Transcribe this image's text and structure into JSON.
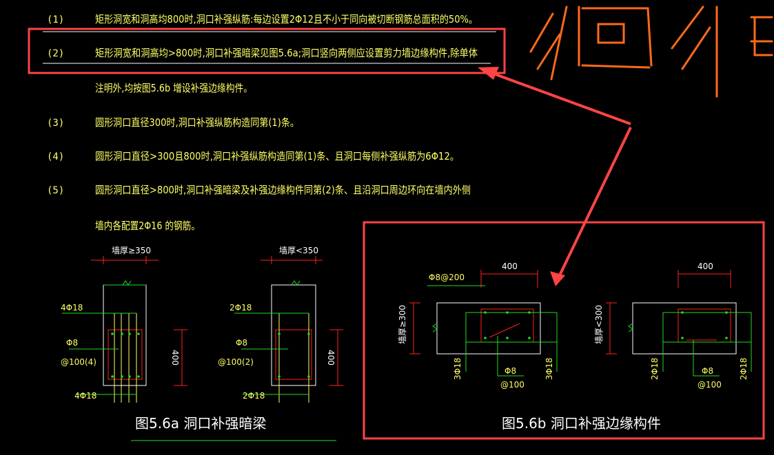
{
  "notes": [
    {
      "num": "(1)",
      "text": "矩形洞宽和洞高均800时,洞口补强纵筋:每边设置2Φ12且不小于同向被切断钢筋总面积的50%。"
    },
    {
      "num": "(2)",
      "text": "矩形洞宽和洞高均>800时,洞口补强暗梁见图5.6a;洞口竖向两侧应设置剪力墙边缘构件,除单体"
    },
    {
      "num": "",
      "text": "注明外,均按图5.6b 增设补强边缘构件。"
    },
    {
      "num": "(3)",
      "text": "圆形洞口直径300时,洞口补强纵筋构造同第(1)条。"
    },
    {
      "num": "(4)",
      "text": "圆形洞口直径>300且800时,洞口补强纵筋构造同第(1)条、且洞口每侧补强纵筋为6Φ12。"
    },
    {
      "num": "(5)",
      "text": "圆形洞口直径>800时,洞口补强暗梁及补强边缘构件同第(2)条、且沿洞口周边环向在墙内外侧"
    },
    {
      "num": "",
      "text": "墙内各配置2Φ16 的钢筋。"
    }
  ],
  "fig_a": {
    "caption": "图5.6a  洞口补强暗梁",
    "left": {
      "wall_dim": "墙厚≥350",
      "top_bar": "4Φ18",
      "stirrup_a": "Φ8",
      "stirrup_b": "@100(4)",
      "bottom_bar": "4Φ18",
      "height_dim": "400"
    },
    "right": {
      "wall_dim": "墙厚<350",
      "top_bar": "2Φ18",
      "stirrup_a": "Φ8",
      "stirrup_b": "@100(2)",
      "bottom_bar": "2Φ18",
      "height_dim": "400"
    }
  },
  "fig_b": {
    "caption": "图5.6b  洞口补强边缘构件",
    "left": {
      "width_dim": "400",
      "stirrup_top": "Φ8@200",
      "wall_dim": "墙厚≥300",
      "bar_left": "3Φ18",
      "bar_right": "3Φ18",
      "stirrup_a": "Φ8",
      "stirrup_b": "@100"
    },
    "right": {
      "width_dim": "400",
      "wall_dim": "墙厚<300",
      "bar_left": "2Φ18",
      "bar_right": "2Φ18",
      "stirrup_a": "Φ8",
      "stirrup_b": "@100"
    }
  },
  "colors": {
    "note_text": "#ffff66",
    "annotation_box": "#ff4444",
    "handwriting": "#ff6a1a",
    "rebar": "#22dd22",
    "stirrup": "#ff2020"
  }
}
